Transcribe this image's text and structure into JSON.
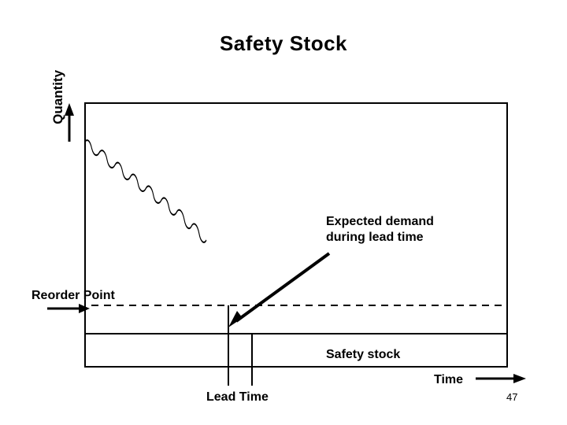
{
  "slide": {
    "title": "Safety Stock",
    "page_number": "47"
  },
  "labels": {
    "y_axis": "Quantity",
    "x_axis": "Time",
    "expected_demand": "Expected demand\nduring lead time",
    "reorder_point": "Reorder Point",
    "safety_stock": "Safety stock",
    "lead_time": "Lead Time"
  },
  "colors": {
    "ink": "#000000",
    "background": "#ffffff"
  },
  "chart_data": {
    "type": "line",
    "title": "Safety Stock",
    "xlabel": "Time",
    "ylabel": "Quantity",
    "annotations": [
      "Expected demand during lead time",
      "Reorder Point",
      "Safety stock",
      "Lead Time"
    ],
    "series": [
      {
        "name": "Inventory level (wavy declining demand curve)",
        "x": [
          0,
          1
        ],
        "y": [
          1,
          0.12
        ]
      }
    ],
    "reference_lines": [
      {
        "name": "Reorder point",
        "orientation": "horizontal",
        "style": "dashed"
      },
      {
        "name": "Safety stock band",
        "orientation": "horizontal",
        "style": "solid"
      },
      {
        "name": "Lead time start",
        "orientation": "vertical",
        "style": "solid"
      },
      {
        "name": "Lead time end",
        "orientation": "vertical",
        "style": "solid"
      }
    ],
    "grid": false,
    "legend": "none"
  }
}
